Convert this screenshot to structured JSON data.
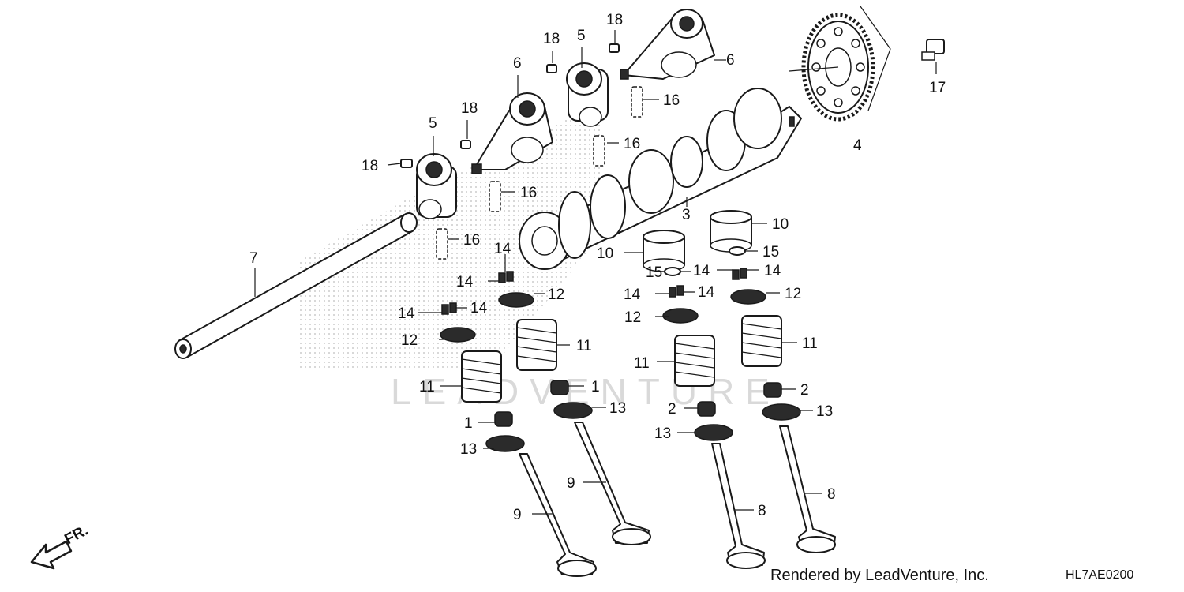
{
  "watermark": {
    "text": "LEADVENTURE"
  },
  "direction": {
    "label": "FR.",
    "icon": "front-arrow-icon"
  },
  "footer": {
    "credit": "Rendered by LeadVenture, Inc.",
    "diagram_code": "HL7AE0200"
  },
  "callouts": {
    "c18a": "18",
    "c5a": "5",
    "c18b": "18",
    "c6a": "6",
    "c18c": "18",
    "c5b": "5",
    "c6b": "6",
    "c16a": "16",
    "c16b": "16",
    "c16c": "16",
    "c16d": "16",
    "c18d": "18",
    "c17": "17",
    "c4": "4",
    "c3": "3",
    "c7": "7",
    "c10a": "10",
    "c10b": "10",
    "c15a": "15",
    "c15b": "15",
    "c14a": "14",
    "c14b": "14",
    "c14c": "14",
    "c14d": "14",
    "c14e": "14",
    "c14f": "14",
    "c14g": "14",
    "c14h": "14",
    "c12a": "12",
    "c12b": "12",
    "c12c": "12",
    "c12d": "12",
    "c11a": "11",
    "c11b": "11",
    "c11c": "11",
    "c11d": "11",
    "c1a": "1",
    "c1b": "1",
    "c2a": "2",
    "c2b": "2",
    "c13a": "13",
    "c13b": "13",
    "c13c": "13",
    "c13d": "13",
    "c9a": "9",
    "c9b": "9",
    "c8a": "8",
    "c8b": "8"
  }
}
